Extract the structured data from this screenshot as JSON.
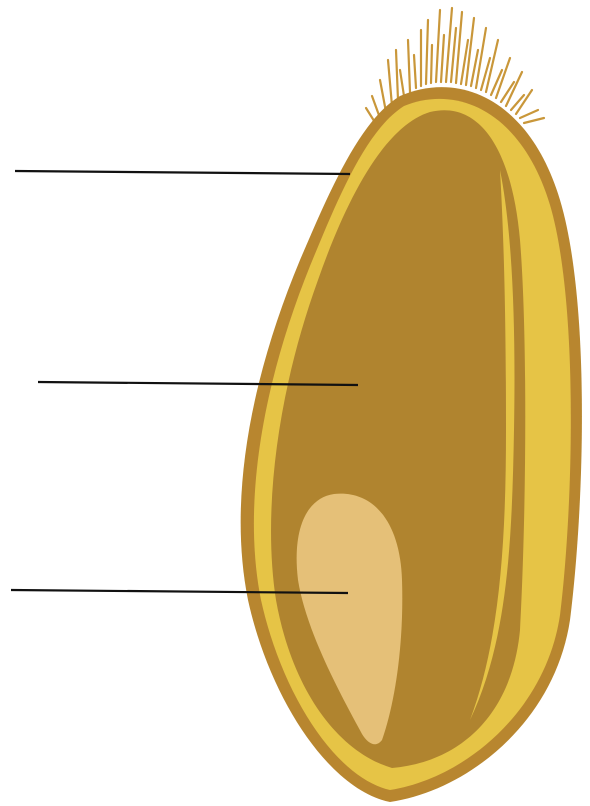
{
  "diagram": {
    "subject": "grain",
    "colors": {
      "background": "#ffffff",
      "husk_outline": "#b8862f",
      "bran_layer": "#e6c446",
      "endosperm": "#b0842f",
      "germ": "#e5c078",
      "hairs": "#c9973a",
      "leader_line": "#111111"
    },
    "label_lines": [
      {
        "name": "leader-line-bran"
      },
      {
        "name": "leader-line-endosperm"
      },
      {
        "name": "leader-line-germ"
      }
    ]
  }
}
